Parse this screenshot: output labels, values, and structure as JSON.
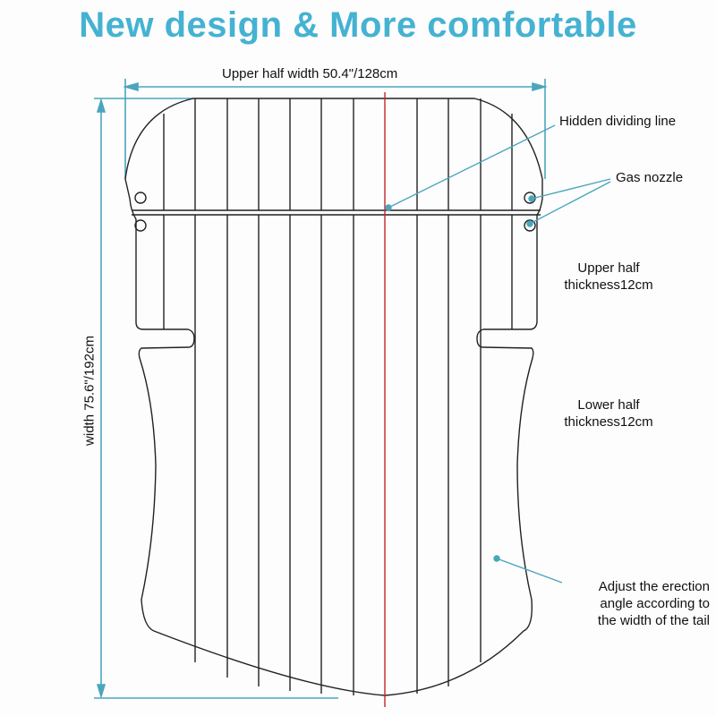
{
  "title": "New design & More comfortable",
  "dimensions": {
    "upper_width": "Upper half width 50.4\"/128cm",
    "length": "width 75.6\"/192cm"
  },
  "annotations": {
    "hidden_line": "Hidden dividing line",
    "gas_nozzle": "Gas nozzle",
    "upper_thickness_1": "Upper half",
    "upper_thickness_2": "thickness12cm",
    "lower_thickness_1": "Lower half",
    "lower_thickness_2": "thickness12cm",
    "adjust_1": "Adjust the erection",
    "adjust_2": "angle according to",
    "adjust_3": "the width of the tail"
  },
  "colors": {
    "accent": "#45b2d2",
    "outline": "#222222",
    "center_line": "#c0282d"
  }
}
